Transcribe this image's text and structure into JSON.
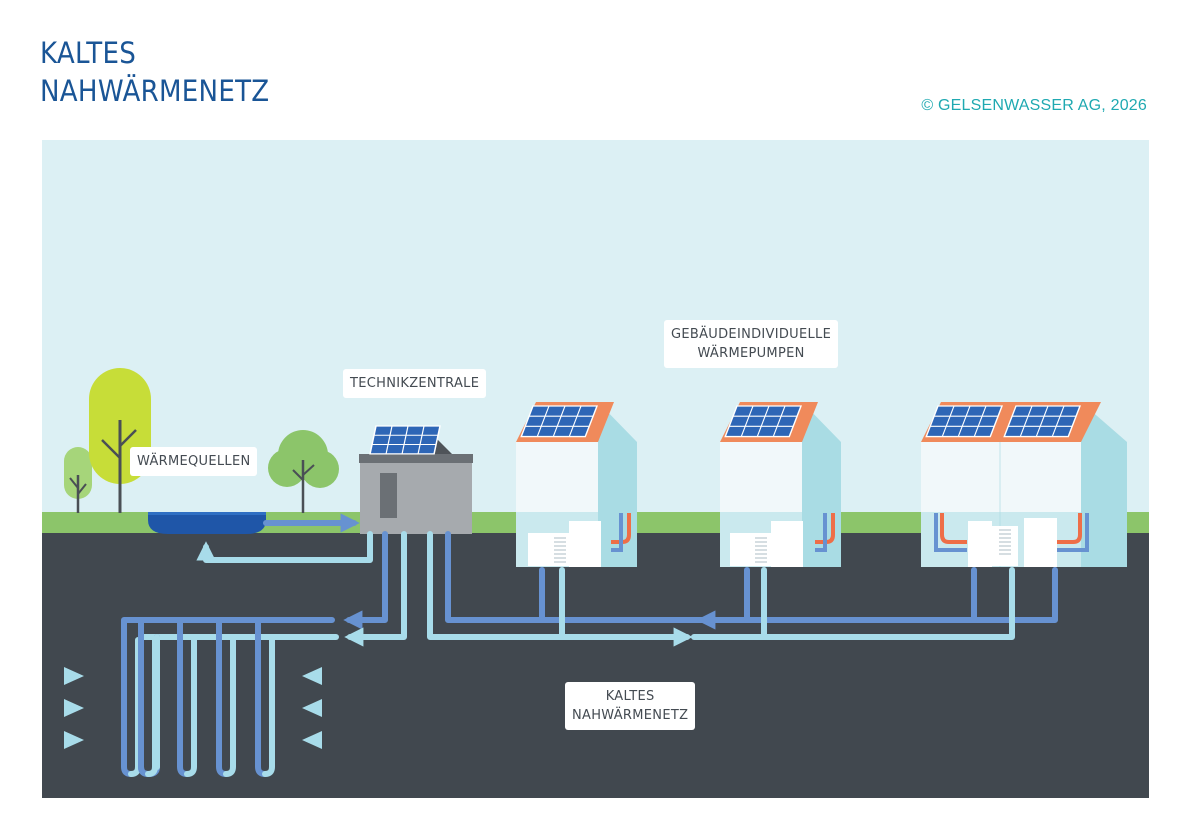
{
  "title": {
    "line1": "KALTES",
    "line2": "NAHWÄRMENETZ"
  },
  "copyright": "© GELSENWASSER AG, 2026",
  "labels": {
    "heat_sources": "WÄRMEQUELLEN",
    "technical_center": "TECHNIKZENTRALE",
    "heat_pumps_line1": "GEBÄUDEINDIVIDUELLE",
    "heat_pumps_line2": "WÄRMEPUMPEN",
    "network_line1": "KALTES",
    "network_line2": "NAHWÄRMENETZ"
  },
  "colors": {
    "title_blue": "#1a5596",
    "copyright_teal": "#1fa9b1",
    "sky": "#dcf0f4",
    "grass": "#8cc56a",
    "ground": "#41484f",
    "pipe_warm": "#6792d1",
    "pipe_cold": "#a8dcea",
    "pipe_heating": "#ee6e48",
    "roof": "#f08a5b",
    "solar_panel": "#2e66b6"
  }
}
